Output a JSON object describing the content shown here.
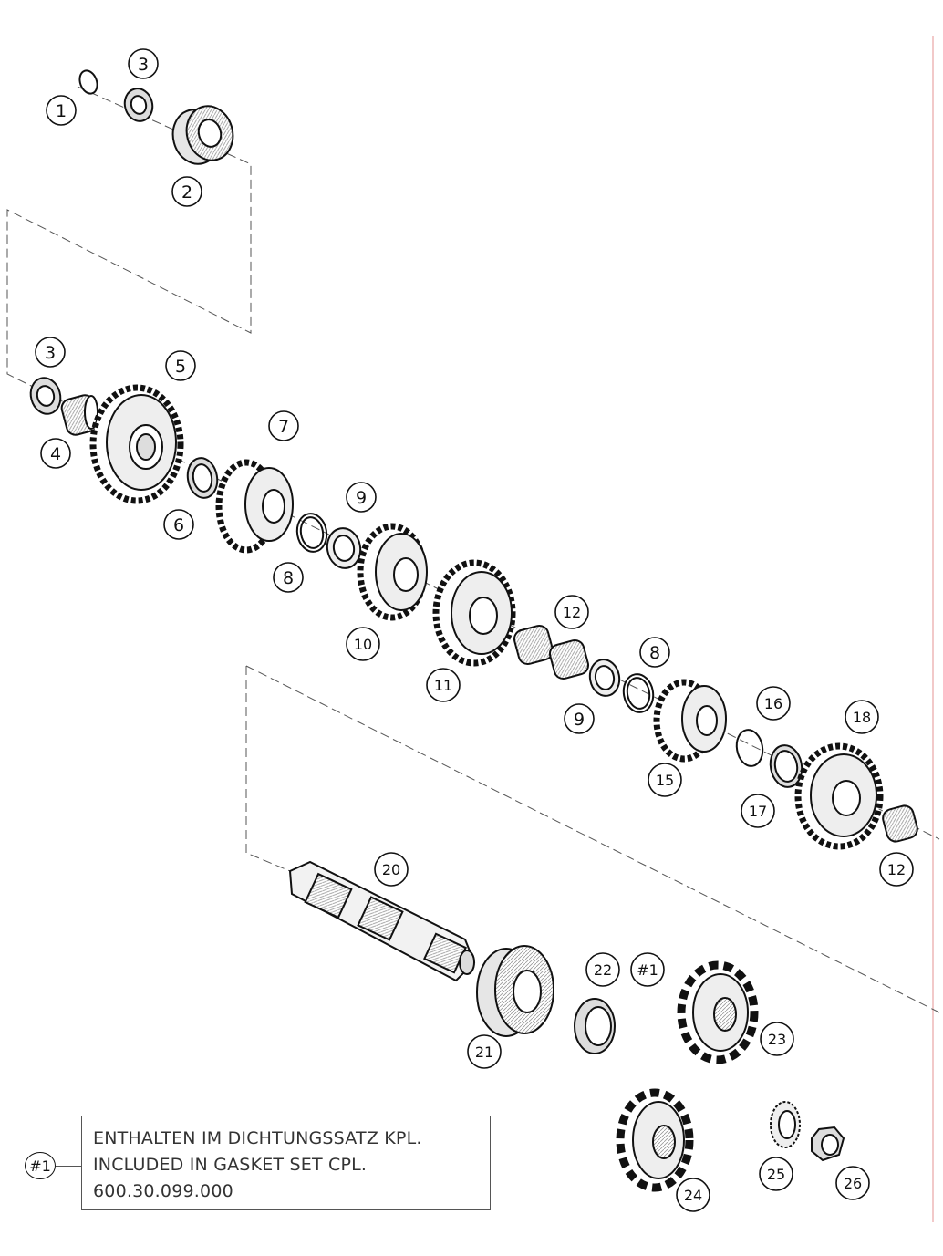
{
  "callouts": {
    "c1": "1",
    "c2": "2",
    "c3a": "3",
    "c3b": "3",
    "c4": "4",
    "c5": "5",
    "c6": "6",
    "c7": "7",
    "c8a": "8",
    "c8b": "8",
    "c9a": "9",
    "c9b": "9",
    "c10": "10",
    "c11": "11",
    "c12a": "12",
    "c12b": "12",
    "c15": "15",
    "c16": "16",
    "c17": "17",
    "c18": "18",
    "c20": "20",
    "c21": "21",
    "c22": "22",
    "c23": "23",
    "c24": "24",
    "c25": "25",
    "c26": "26",
    "ref1": "#1"
  },
  "note": {
    "reference": "#1",
    "line1": "ENTHALTEN IM DICHTUNGSSATZ KPL.",
    "line2": "INCLUDED IN GASKET SET CPL.",
    "line3": "600.30.099.000"
  },
  "colors": {
    "ink": "#111111",
    "shade": "#cccccc",
    "dash": "#555555"
  }
}
